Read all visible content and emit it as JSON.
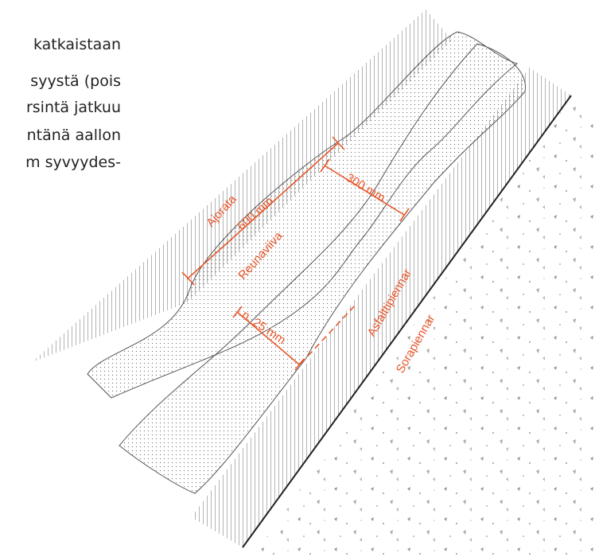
{
  "paragraph_lines": [
    "katkaistaan",
    "syystä (pois",
    "rsintä jatkuu",
    "ntänä aallon",
    "m syvyydes-"
  ],
  "labels": {
    "ajorata": "Ajorata",
    "reunaviiva": "Reunaviiva",
    "asfalttipiennar": "Asfalttipiennar",
    "sorapiennar": "Sorapiennar"
  },
  "dimensions": {
    "length": "600 mm",
    "width": "300 mm",
    "depth": "n. 25 mm"
  },
  "colors": {
    "annotation": "#e8562a",
    "line": "#222222"
  }
}
